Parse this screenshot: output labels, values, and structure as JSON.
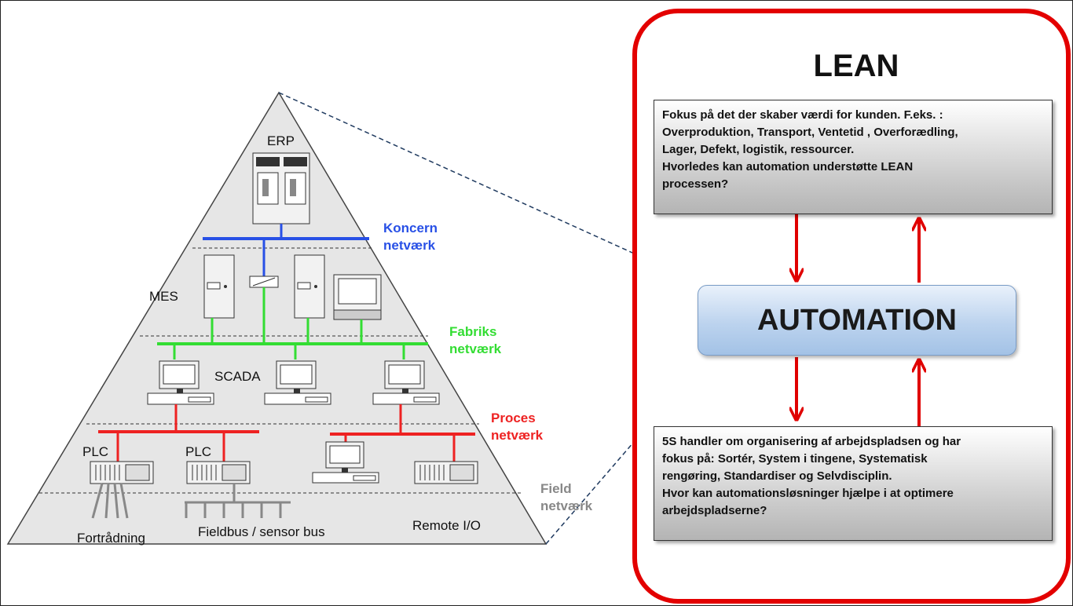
{
  "pyramid": {
    "levels": {
      "erp": "ERP",
      "mes": "MES",
      "scada": "SCADA",
      "plc1": "PLC",
      "plc2": "PLC"
    },
    "networks": {
      "koncern": [
        "Koncern",
        "netværk"
      ],
      "fabriks": [
        "Fabriks",
        "netværk"
      ],
      "proces": [
        "Proces",
        "netværk"
      ],
      "field": [
        "Field",
        "netværk"
      ]
    },
    "bottom": {
      "fortradning": "Fortrådning",
      "fieldbus": "Fieldbus / sensor bus",
      "remote": "Remote I/O"
    }
  },
  "lean": {
    "title": "LEAN",
    "center": "AUTOMATION",
    "top_box": [
      "Fokus på det der skaber værdi for kunden. F.eks. :",
      "Overproduktion, Transport, Ventetid , Overforædling,",
      "Lager, Defekt, logistik, ressourcer.",
      "Hvorledes kan automation understøtte LEAN",
      "processen?"
    ],
    "bottom_box": [
      "5S handler om organisering af arbejdspladsen og har",
      "fokus på: Sortér, System i tingene, Systematisk",
      "rengøring, Standardiser og Selvdisciplin.",
      "Hvor kan automationsløsninger hjælpe i at optimere",
      "arbejdspladserne?"
    ]
  },
  "colors": {
    "koncern": "#2850e6",
    "fabriks": "#33dd33",
    "proces": "#ee2222",
    "field": "#888888",
    "frame": "#e30000"
  }
}
